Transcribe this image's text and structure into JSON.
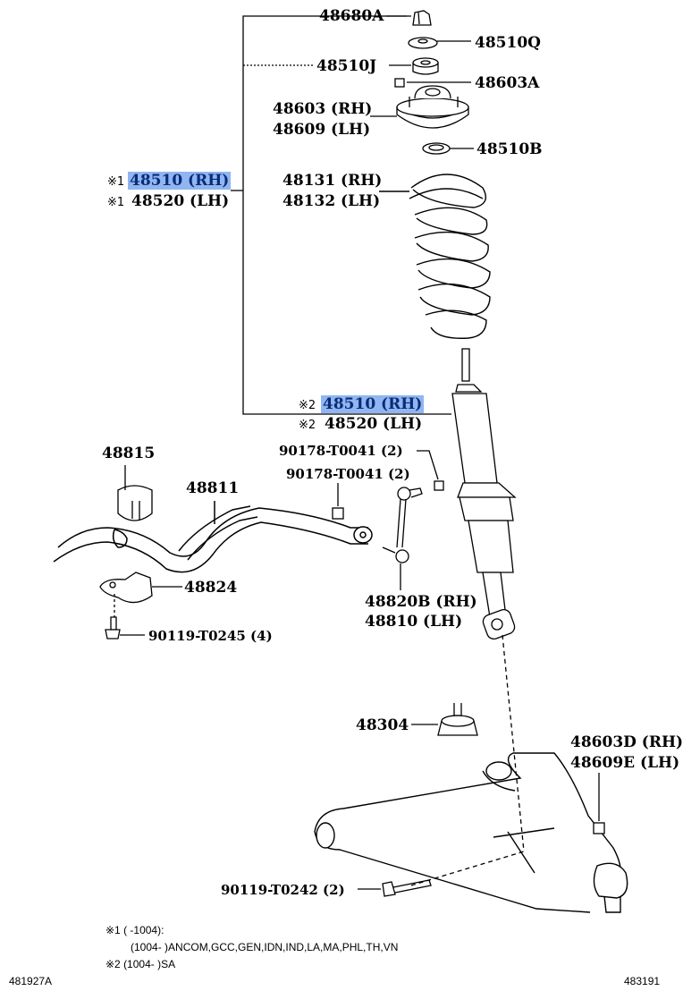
{
  "parts": {
    "p48680A": "48680A",
    "p48510Q": "48510Q",
    "p48510J": "48510J",
    "p48603A": "48603A",
    "p48603": "48603 (RH)",
    "p48609": "48609 (LH)",
    "p48510B": "48510B",
    "p48510_rh_1": "48510 (RH)",
    "p48520_lh_1": "48520 (LH)",
    "p48131": "48131 (RH)",
    "p48132": "48132 (LH)",
    "p48510_rh_2": "48510 (RH)",
    "p48520_lh_2": "48520 (LH)",
    "p90178_a": "90178-T0041 (2)",
    "p90178_b": "90178-T0041 (2)",
    "p48815": "48815",
    "p48811": "48811",
    "p48824": "48824",
    "p90119_t0245": "90119-T0245 (4)",
    "p48820B": "48820B (RH)",
    "p48810": "48810 (LH)",
    "p48304": "48304",
    "p48603D": "48603D (RH)",
    "p48609E": "48609E (LH)",
    "p90119_t0242": "90119-T0242 (2)"
  },
  "marks": {
    "m1": "※1",
    "m2": "※2"
  },
  "notes": {
    "line1": "※1 (        -1004):",
    "line2": "(1004-        )ANCOM,GCC,GEN,IDN,IND,LA,MA,PHL,TH,VN",
    "line3": "※2 (1004-        )SA"
  },
  "codes": {
    "left": "481927A",
    "right": "483191"
  },
  "colors": {
    "highlight": "#8fb6f0",
    "highlight_text": "#0b2a78",
    "line": "#000000"
  }
}
